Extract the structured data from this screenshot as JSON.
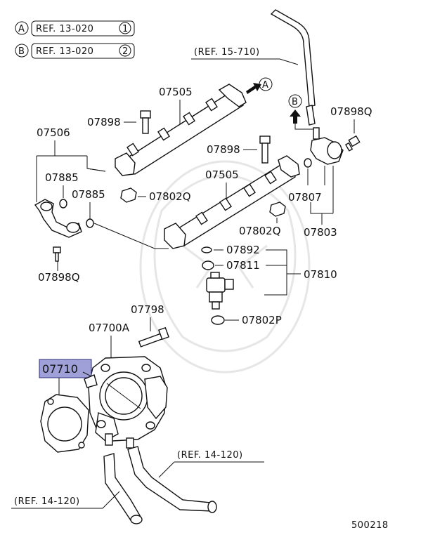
{
  "refs": {
    "a_marker": "A",
    "a_text": "REF. 13-020",
    "a_num": "1",
    "b_marker": "B",
    "b_text": "REF. 13-020",
    "b_num": "2",
    "ref_15_710": "(REF. 15-710)",
    "ref_14_120_right": "(REF. 14-120)",
    "ref_14_120_left": "(REF. 14-120)",
    "arrow_a": "A",
    "arrow_b": "B"
  },
  "parts": {
    "p07505_top": "07505",
    "p07898_top": "07898",
    "p07506": "07506",
    "p07885_a": "07885",
    "p07885_b": "07885",
    "p07898Q_left": "07898Q",
    "p07802Q_a": "07802Q",
    "p07898_mid": "07898",
    "p07505_mid": "07505",
    "p07898Q_right": "07898Q",
    "p07807": "07807",
    "p07802Q_b": "07802Q",
    "p07803": "07803",
    "p07892": "07892",
    "p07811": "07811",
    "p07810": "07810",
    "p07802P": "07802P",
    "p07798": "07798",
    "p07700A": "07700A",
    "p07710": "07710"
  },
  "highlight": {
    "part": "07710",
    "color": "#9fa0d8"
  },
  "figure_id": "500218"
}
